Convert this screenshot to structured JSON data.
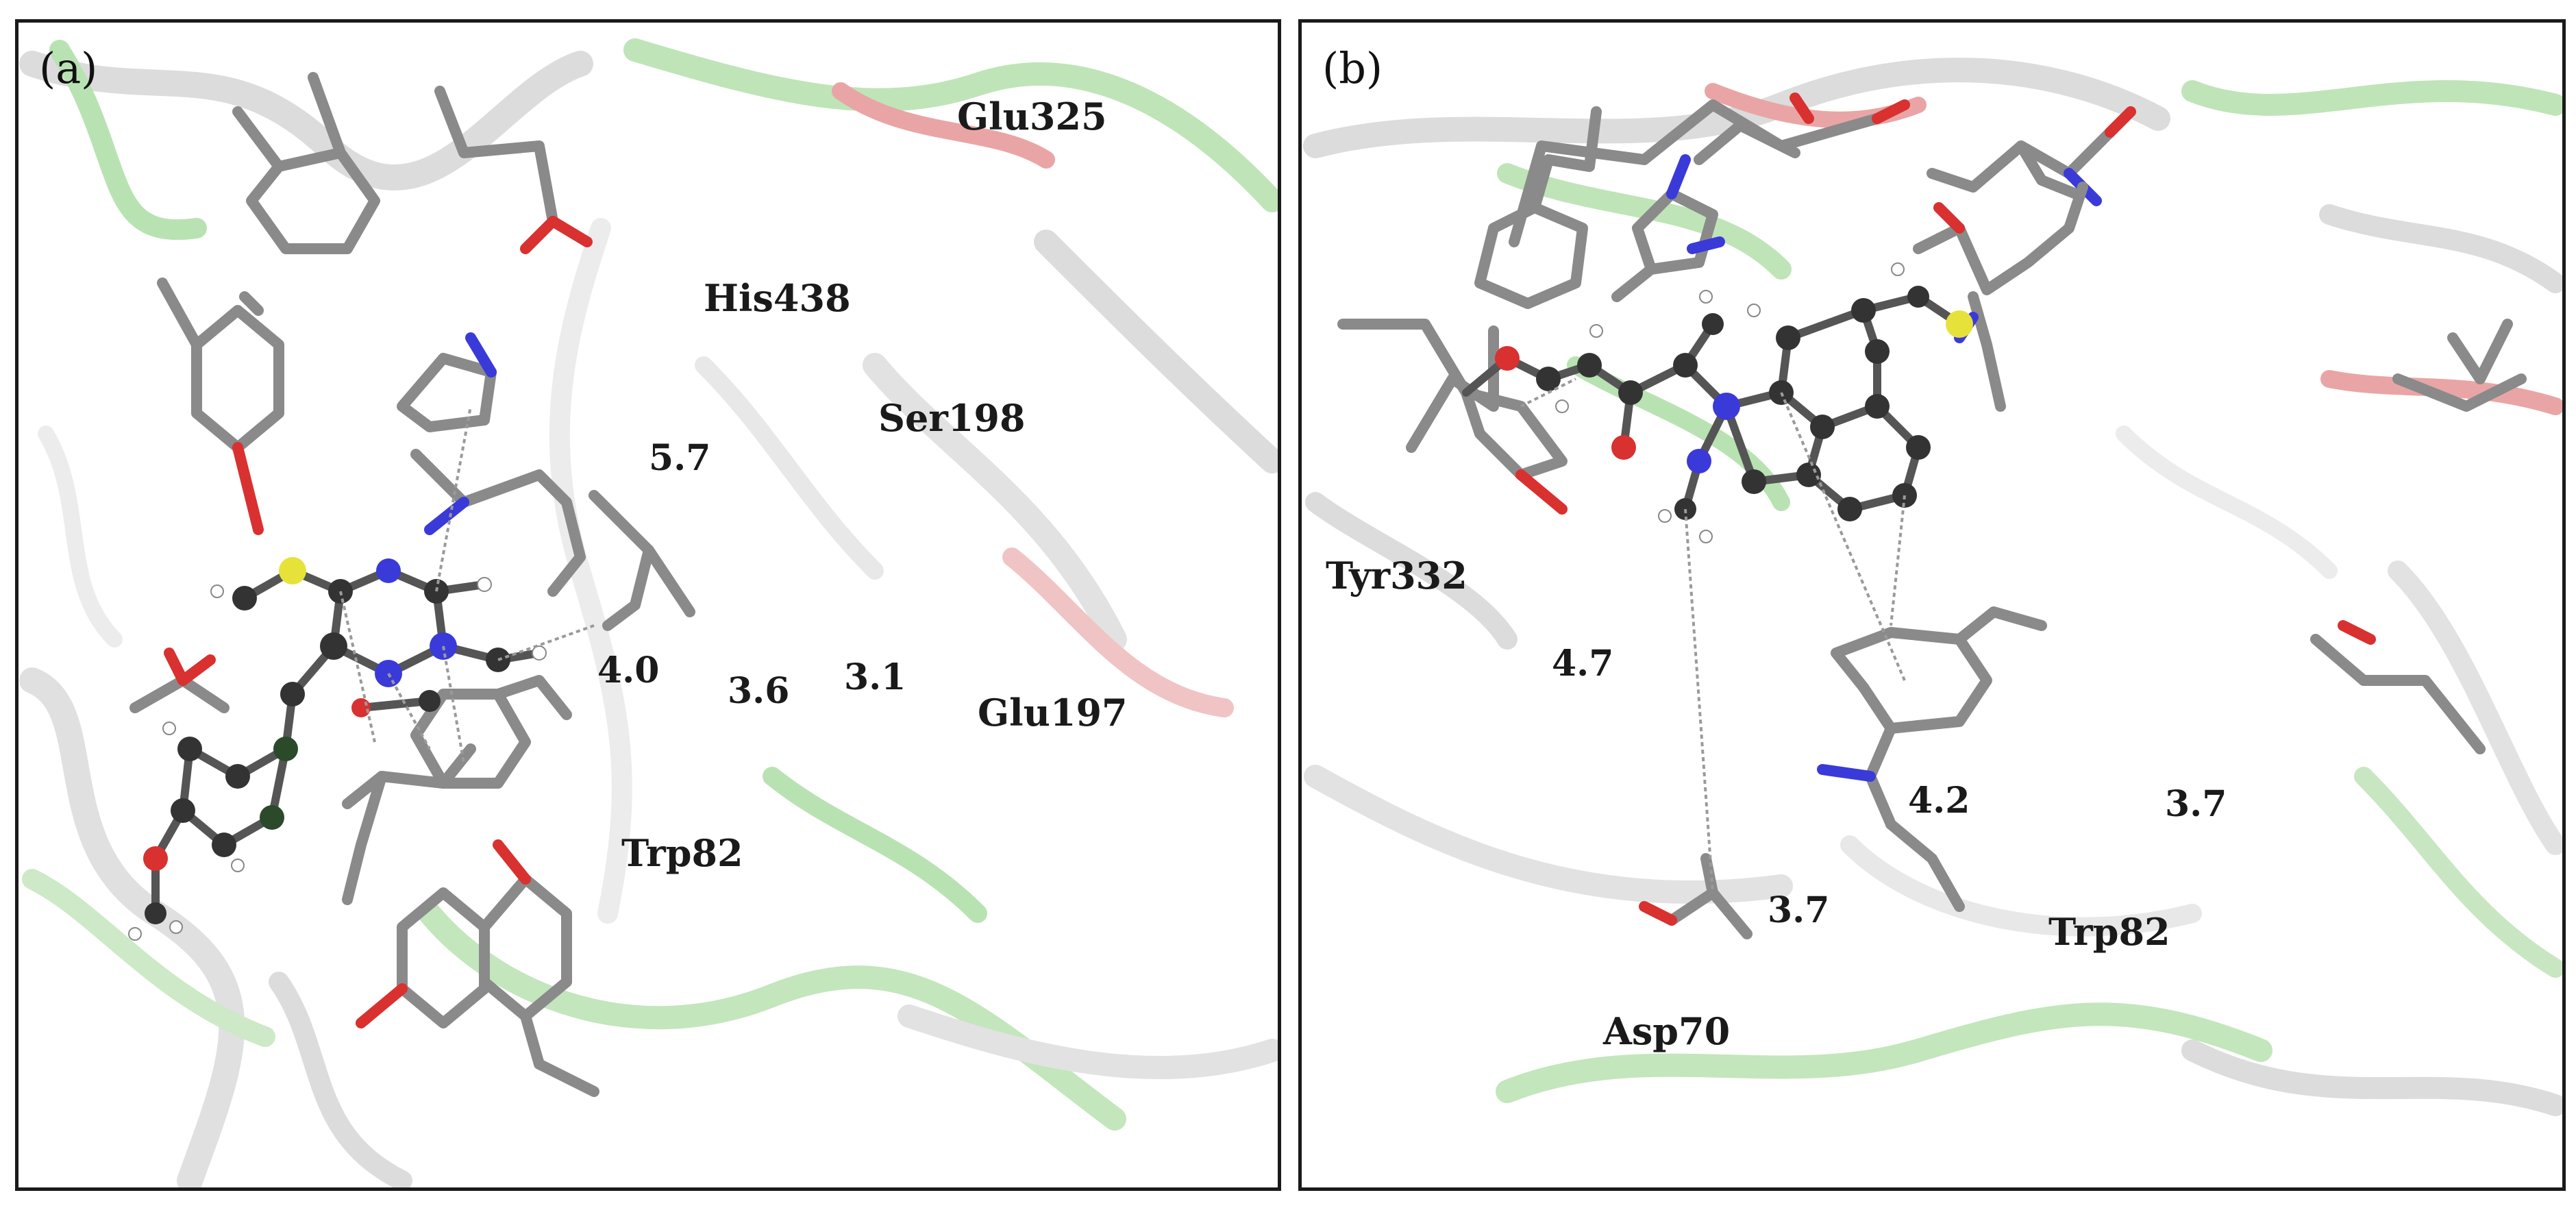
{
  "figure": {
    "panel_a": {
      "label": "(a)",
      "residues": {
        "glu325": "Glu325",
        "his438": "His438",
        "ser198": "Ser198",
        "glu197": "Glu197",
        "trp82": "Trp82"
      },
      "distances": {
        "d1": "5.7",
        "d2": "4.0",
        "d3": "3.6",
        "d4": "3.1"
      }
    },
    "panel_b": {
      "label": "(b)",
      "residues": {
        "tyr332": "Tyr332",
        "trp82": "Trp82",
        "asp70": "Asp70"
      },
      "distances": {
        "d1": "4.7",
        "d2": "4.2",
        "d3": "3.7",
        "d4": "3.7"
      }
    },
    "colors": {
      "border": "#1a1a1a",
      "ribbon_white": "#e6e6e6",
      "ribbon_green": "#a8dba0",
      "ribbon_red": "#e8a0a0",
      "stick_grey": "#8a8a8a",
      "oxygen": "#d93030",
      "nitrogen": "#3a3ad9",
      "sulfur": "#e6e23a",
      "carbon_ball": "#333333",
      "hydrogen": "#ffffff"
    }
  }
}
